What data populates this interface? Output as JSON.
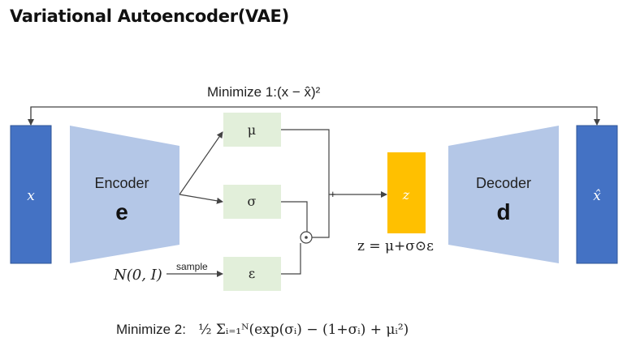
{
  "title": "Variational Autoencoder(VAE)",
  "minimize1": "Minimize 1:(x − x̂)²",
  "input_label": "x",
  "output_label": "x̂",
  "encoder": {
    "label": "Encoder",
    "symbol": "e"
  },
  "decoder": {
    "label": "Decoder",
    "symbol": "d"
  },
  "mu_label": "μ",
  "sigma_label": "σ",
  "epsilon_label": "ε",
  "noise_label": "N(0, I)",
  "sample_label": "sample",
  "odot_symbol": "⊙",
  "plus_symbol": "+",
  "z_label": "z",
  "z_equation": "z = μ+σ⊙ε",
  "minimize2_prefix": "Minimize 2:",
  "minimize2_formula": "½ Σᵢ₌₁ᴺ(exp(σᵢ) − (1+σᵢ) + μᵢ²)",
  "colors": {
    "input_bar": "#4472c4",
    "trapezoid": "#b4c7e7",
    "latent_box": "#e2efda",
    "z_box": "#ffc000",
    "line": "#444444"
  }
}
